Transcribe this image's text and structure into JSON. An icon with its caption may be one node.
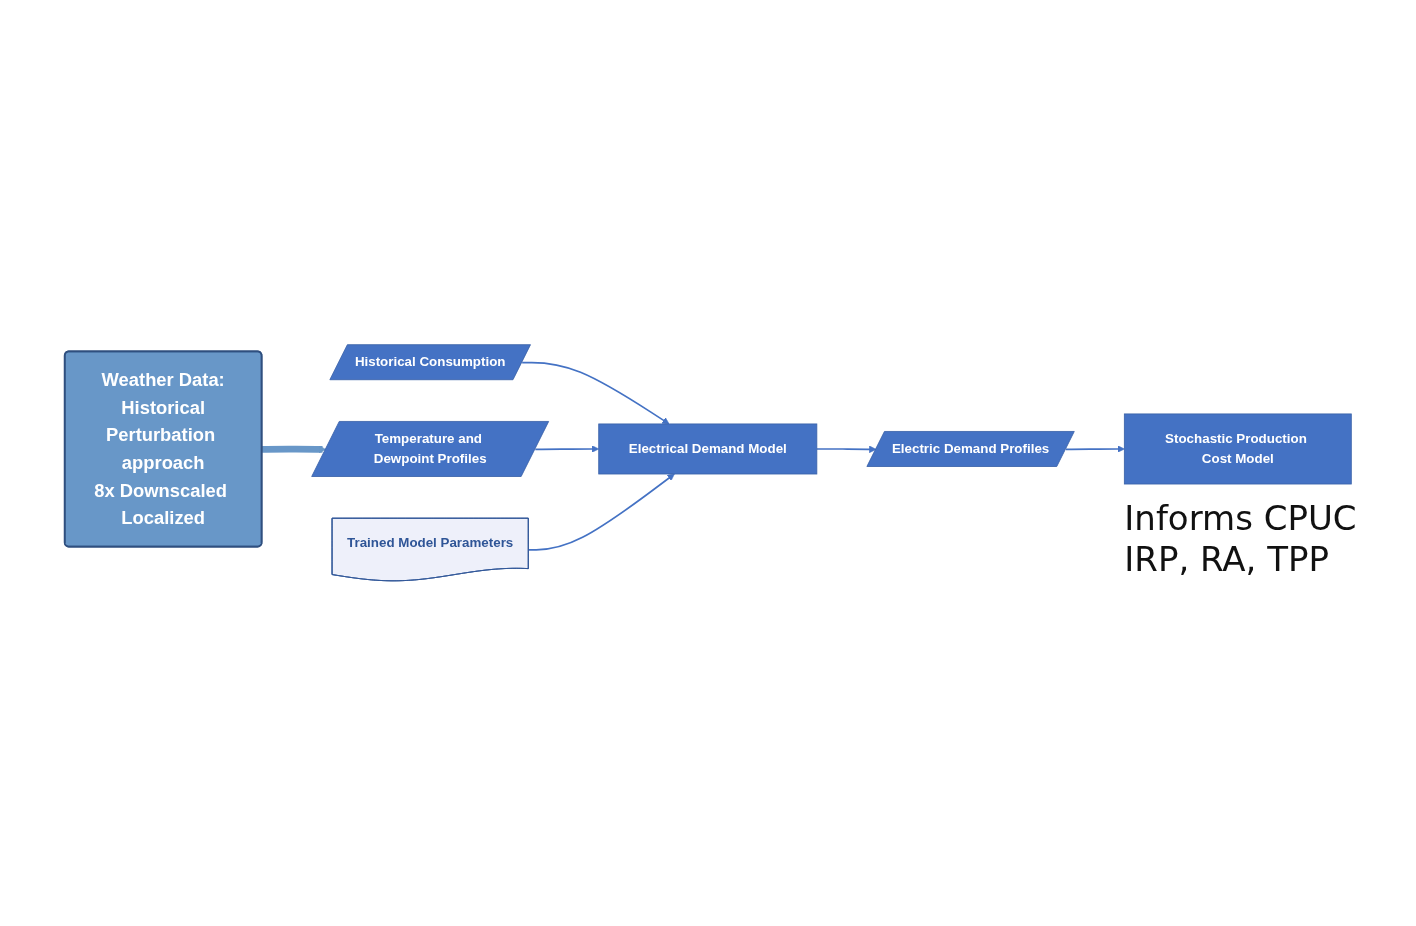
{
  "diagram": {
    "nodes": [
      {
        "text": [
          "Historical Consumption"
        ]
      },
      {
        "text": [
          "Temperature and Dewpoint Profiles"
        ]
      },
      {
        "text": [
          "Electrical Demand Model"
        ]
      },
      {
        "text": [
          "Electric Demand Profiles"
        ]
      },
      {
        "text": [
          "Stochastic Production Cost Model"
        ],
        "beside": [
          "Informs CPUC IRP, RA, TPP"
        ]
      },
      {
        "text": [
          "Trained Model Parameters"
        ]
      },
      {
        "text": [
          "Weather Data:",
          "Historical",
          "Perturbation approach",
          "8x Downscaled Localized"
        ]
      }
    ],
    "edges": [
      {
        "from": 0,
        "to": 2,
        "arrow": "to"
      },
      {
        "from": 1,
        "to": 2,
        "arrow": "to"
      },
      {
        "from": 2,
        "to": 3,
        "arrow": "to"
      },
      {
        "from": 3,
        "to": 4,
        "arrow": "to"
      },
      {
        "from": 5,
        "to": 2,
        "arrow": "to"
      },
      {
        "from": 6,
        "to": 1,
        "arrow": "to",
        "style": "thick",
        "color": "#6897c8"
      }
    ]
  }
}
